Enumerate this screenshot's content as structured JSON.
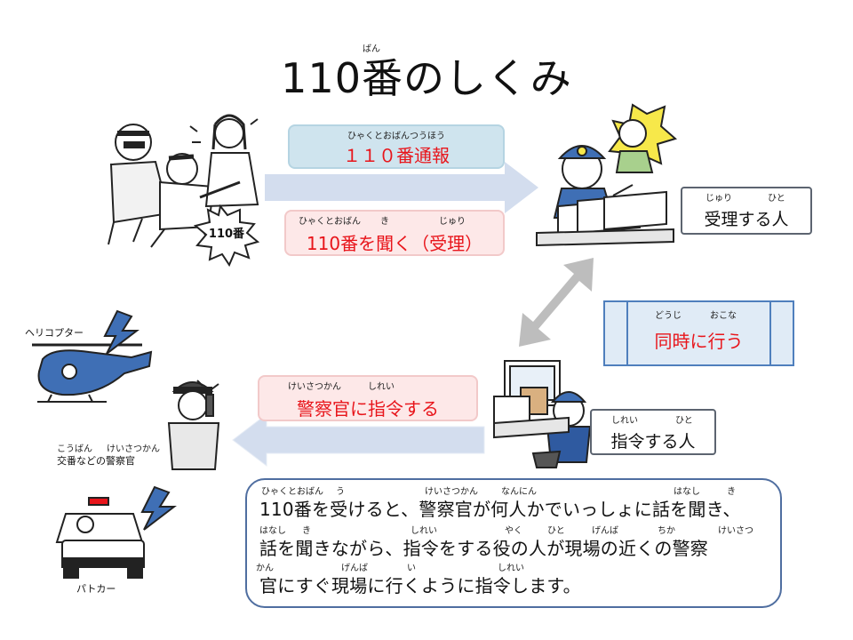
{
  "title": {
    "ruby": "ばん",
    "text": "110番のしくみ"
  },
  "badge_110": "110番",
  "report_box": {
    "ruby": "ひゃくとおばんつうほう",
    "text": "１１０番通報"
  },
  "listen_box": {
    "ruby": [
      "ひゃくとおばん",
      "き",
      "じゅり"
    ],
    "text": "110番を聞く（受理）"
  },
  "receiver_callout": {
    "ruby": [
      "じゅり",
      "ひと"
    ],
    "text": "受理する人"
  },
  "simultaneous_box": {
    "ruby": [
      "どうじ",
      "おこな"
    ],
    "text": "同時に行う"
  },
  "command_box": {
    "ruby": [
      "けいさつかん",
      "しれい"
    ],
    "text": "警察官に指令する"
  },
  "commander_callout": {
    "ruby": [
      "しれい",
      "ひと"
    ],
    "text": "指令する人"
  },
  "helicopter_label": "ヘリコプター",
  "officer_label": {
    "ruby": [
      "こうばん",
      "けいさつかん"
    ],
    "text": "交番などの警察官"
  },
  "patrol_car_label": "パトカー",
  "explanation": {
    "lines": [
      {
        "ruby": [
          "ひゃくとおばん",
          "う",
          "けいさつかん",
          "なんにん",
          "はなし",
          "き"
        ],
        "text": "110番を受けると、警察官が何人かでいっしょに話を聞き、"
      },
      {
        "ruby": [
          "はなし",
          "き",
          "しれい",
          "やく",
          "ひと",
          "げんば",
          "ちか",
          "けいさつ"
        ],
        "text": "話を聞きながら、指令をする役の人が現場の近くの警察"
      },
      {
        "ruby": [
          "かん",
          "げんば",
          "い",
          "しれい"
        ],
        "text": "官にすぐ現場に行くように指令します。"
      }
    ]
  },
  "colors": {
    "accent_red": "#e8151b",
    "arrow_blue": "#d3ddee",
    "panel_blue": "#4f7fbd"
  }
}
